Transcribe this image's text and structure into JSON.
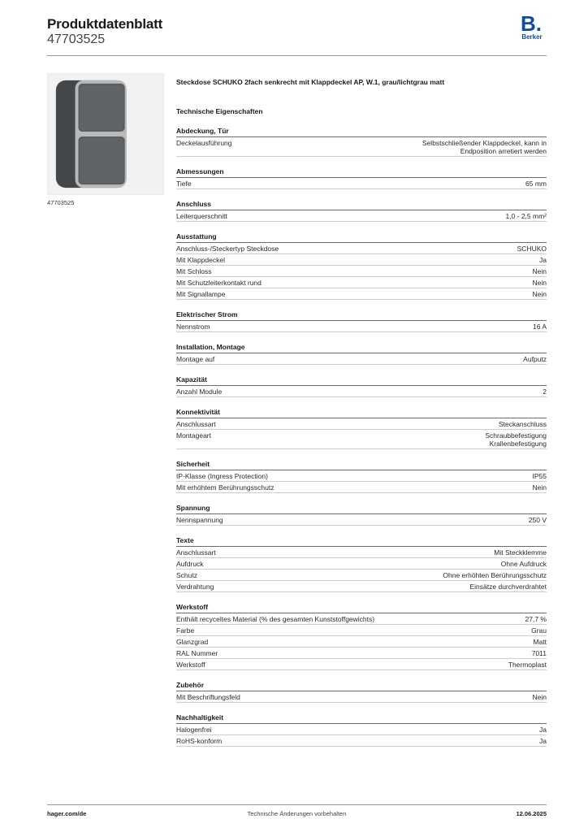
{
  "header": {
    "title": "Produktdatenblatt",
    "article_number": "47703525",
    "logo_text": "Berker",
    "logo_mark": "B."
  },
  "product": {
    "image_caption": "47703525",
    "name": "Steckdose SCHUKO 2fach senkrecht mit Klappdeckel AP, W.1, grau/lichtgrau matt",
    "section_heading": "Technische Eigenschaften"
  },
  "groups": [
    {
      "title": "Abdeckung, Tür",
      "rows": [
        {
          "label": "Deckelausführung",
          "value": "Selbstschließender Klappdeckel, kann in\nEndposition arretiert werden"
        }
      ]
    },
    {
      "title": "Abmessungen",
      "rows": [
        {
          "label": "Tiefe",
          "value": "65 mm"
        }
      ]
    },
    {
      "title": "Anschluss",
      "rows": [
        {
          "label": "Leiterquerschnitt",
          "value": "1,0 - 2,5 mm²"
        }
      ]
    },
    {
      "title": "Ausstattung",
      "rows": [
        {
          "label": "Anschluss-/Steckertyp Steckdose",
          "value": "SCHUKO"
        },
        {
          "label": "Mit Klappdeckel",
          "value": "Ja"
        },
        {
          "label": "Mit Schloss",
          "value": "Nein"
        },
        {
          "label": "Mit Schutzleiterkontakt rund",
          "value": "Nein"
        },
        {
          "label": "Mit Signallampe",
          "value": "Nein"
        }
      ]
    },
    {
      "title": "Elektrischer Strom",
      "rows": [
        {
          "label": "Nennstrom",
          "value": "16 A"
        }
      ]
    },
    {
      "title": "Installation, Montage",
      "rows": [
        {
          "label": "Montage auf",
          "value": "Aufputz"
        }
      ]
    },
    {
      "title": "Kapazität",
      "rows": [
        {
          "label": "Anzahl Module",
          "value": "2"
        }
      ]
    },
    {
      "title": "Konnektivität",
      "rows": [
        {
          "label": "Anschlussart",
          "value": "Steckanschluss"
        },
        {
          "label": "Montageart",
          "value": "Schraubbefestigung\nKrallenbefestigung"
        }
      ]
    },
    {
      "title": "Sicherheit",
      "rows": [
        {
          "label": "IP-Klasse (Ingress Protection)",
          "value": "IP55"
        },
        {
          "label": "Mit erhöhtem Berührungsschutz",
          "value": "Nein"
        }
      ]
    },
    {
      "title": "Spannung",
      "rows": [
        {
          "label": "Nennspannung",
          "value": "250 V"
        }
      ]
    },
    {
      "title": "Texte",
      "rows": [
        {
          "label": "Anschlussart",
          "value": "Mit Steckklemme"
        },
        {
          "label": "Aufdruck",
          "value": "Ohne Aufdruck"
        },
        {
          "label": "Schutz",
          "value": "Ohne erhöhten Berührungsschutz"
        },
        {
          "label": "Verdrahtung",
          "value": "Einsätze durchverdrahtet"
        }
      ]
    },
    {
      "title": "Werkstoff",
      "rows": [
        {
          "label": "Enthält recyceltes Material (% des gesamten Kunststoffgewichts)",
          "value": "27,7 %"
        },
        {
          "label": "Farbe",
          "value": "Grau"
        },
        {
          "label": "Glanzgrad",
          "value": "Matt"
        },
        {
          "label": "RAL Nummer",
          "value": "7011"
        },
        {
          "label": "Werkstoff",
          "value": "Thermoplast"
        }
      ]
    },
    {
      "title": "Zubehör",
      "rows": [
        {
          "label": "Mit Beschriftungsfeld",
          "value": "Nein"
        }
      ]
    },
    {
      "title": "Nachhaltigkeit",
      "rows": [
        {
          "label": "Halogenfrei",
          "value": "Ja"
        },
        {
          "label": "RoHS-konform",
          "value": "Ja"
        }
      ]
    }
  ],
  "footer": {
    "website": "hager.com/de",
    "notice": "Technische Änderungen vorbehalten",
    "date": "12.06.2025"
  },
  "colors": {
    "brand": "#0b4ea2",
    "housing_dark": "#4d5053",
    "housing_light": "#b9bbbd"
  }
}
